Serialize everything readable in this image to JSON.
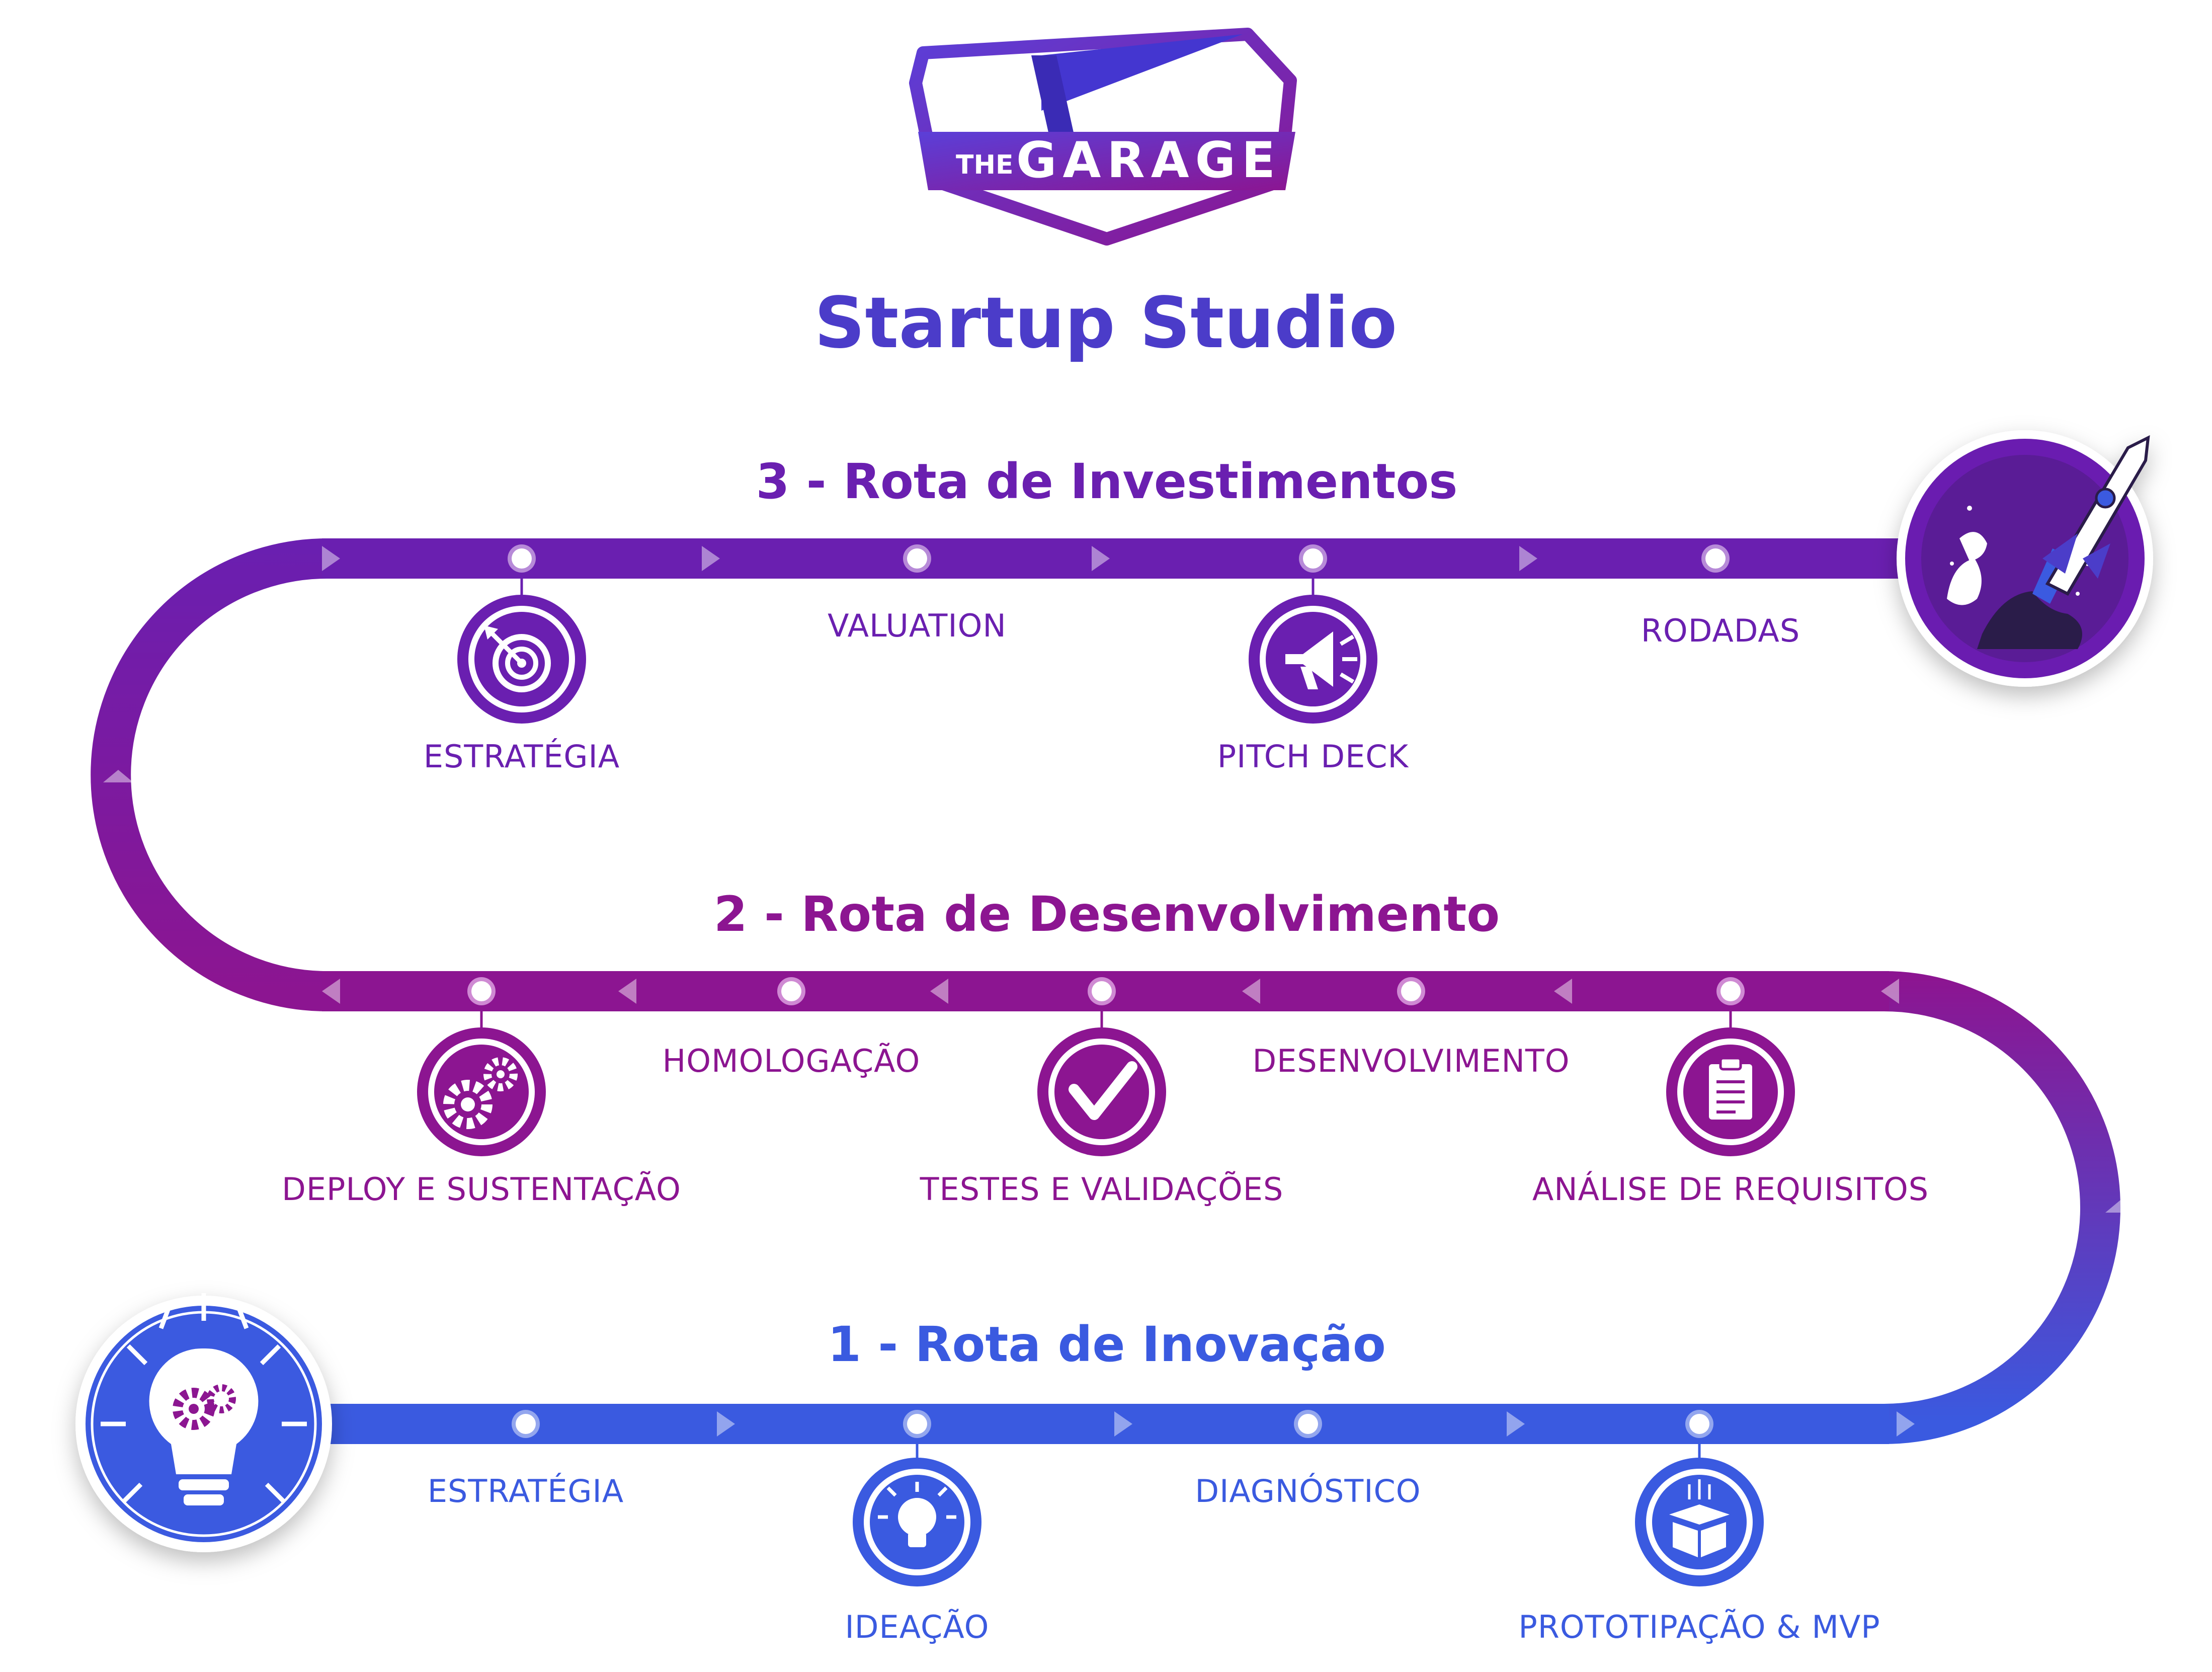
{
  "brand": {
    "logo_the": "THE",
    "logo_name": "GARAGE"
  },
  "page_title": "Startup Studio",
  "routes": {
    "r1": {
      "title": "1 - Rota de Inovação",
      "items": [
        "ESTRATÉGIA",
        "IDEAÇÃO",
        "DIAGNÓSTICO",
        "PROTOTIPAÇÃO & MVP"
      ]
    },
    "r2": {
      "title": "2 - Rota de Desenvolvimento",
      "items": [
        "DEPLOY E SUSTENTAÇÃO",
        "HOMOLOGAÇÃO",
        "TESTES E VALIDAÇÕES",
        "DESENVOLVIMENTO",
        "ANÁLISE DE REQUISITOS"
      ]
    },
    "r3": {
      "title": "3 - Rota de Investimentos",
      "items": [
        "ESTRATÉGIA",
        "VALUATION",
        "PITCH DECK",
        "RODADAS"
      ]
    }
  },
  "icons": {
    "start": "lightbulb-gears-icon",
    "end": "rocket-icon",
    "r1": [
      "lightbulb-icon",
      "box-icon"
    ],
    "r2": [
      "gears-icon",
      "checkmark-icon",
      "clipboard-icon"
    ],
    "r3": [
      "target-icon",
      "megaphone-icon"
    ]
  },
  "colors": {
    "blue": "#3a5ae0",
    "magenta": "#8c1591",
    "purple": "#6a1fb0",
    "title": "#4b3cc9"
  }
}
